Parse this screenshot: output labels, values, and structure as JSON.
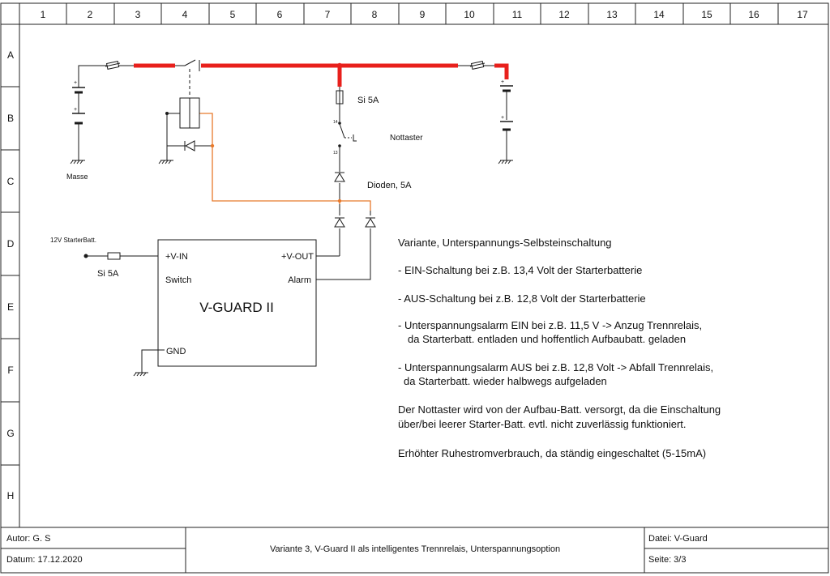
{
  "columns": [
    "1",
    "2",
    "3",
    "4",
    "5",
    "6",
    "7",
    "8",
    "9",
    "10",
    "11",
    "12",
    "13",
    "14",
    "15",
    "16",
    "17"
  ],
  "rows": [
    "A",
    "B",
    "C",
    "D",
    "E",
    "F",
    "G",
    "H"
  ],
  "labels": {
    "masse": "Masse",
    "si5a_top": "Si 5A",
    "nottaster": "Nottaster",
    "dioden": "Dioden, 5A",
    "batt12v": "12V StarterBatt.",
    "si5a_left": "Si 5A"
  },
  "device": {
    "name": "V-GUARD II",
    "vin": "+V-IN",
    "vout": "+V-OUT",
    "switch": "Switch",
    "alarm": "Alarm",
    "gnd": "GND"
  },
  "notes": {
    "title": "Variante, Unterspannungs-Selbsteinschaltung",
    "ein": "- EIN-Schaltung bei z.B. 13,4 Volt der Starterbatterie",
    "aus": "- AUS-Schaltung bei z.B. 12,8 Volt der Starterbatterie",
    "alarm_ein_1": "- Unterspannungsalarm EIN bei z.B. 11,5 V -> Anzug Trennrelais,",
    "alarm_ein_2": "da Starterbatt. entladen und hoffentlich Aufbaubatt. geladen",
    "alarm_aus_1": "- Unterspannungsalarm AUS bei z.B. 12,8 Volt -> Abfall Trennrelais,",
    "alarm_aus_2": "da Starterbatt. wieder halbwegs aufgeladen",
    "nottaster_1": "Der Nottaster wird von der Aufbau-Batt. versorgt, da die Einschaltung",
    "nottaster_2": "über/bei leerer Starter-Batt. evtl. nicht zuverlässig funktioniert.",
    "ruhestrom": "Erhöhter Ruhestromverbrauch, da ständig eingeschaltet (5-15mA)"
  },
  "footer": {
    "autor": "Autor: G. S",
    "datum": "Datum: 17.12.2020",
    "title": "Variante 3, V-Guard II als intelligentes Trennrelais, Unterspannungsoption",
    "datei": "Datei: V-Guard",
    "seite": "Seite: 3/3"
  },
  "colors": {
    "power": "#e8201c",
    "signal": "#e87a2c",
    "line": "#1a1a1a"
  }
}
